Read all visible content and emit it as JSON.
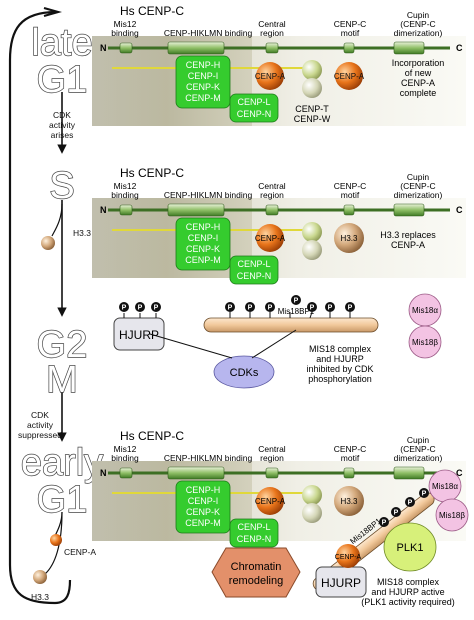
{
  "phases": {
    "late_g1": [
      "late",
      "G1"
    ],
    "s": "S",
    "g2m": [
      "G2",
      "M"
    ],
    "early_g1": [
      "early",
      "G1"
    ]
  },
  "cycle_labels": {
    "cdk_arises": [
      "CDK",
      "activity",
      "arises"
    ],
    "cdk_suppressed": [
      "CDK",
      "activity",
      "suppressed"
    ],
    "h33": "H3.3",
    "cenpa": "CENP-A"
  },
  "cenpc": {
    "title": "Hs CENP-C",
    "n_term": "N",
    "c_term": "C",
    "domain_mis12": [
      "Mis12",
      "binding"
    ],
    "domain_hiklmn": "CENP-HIKLMN binding",
    "domain_central": [
      "Central",
      "region"
    ],
    "domain_motif": [
      "CENP-C",
      "motif"
    ],
    "domain_cupin": [
      "Cupin",
      "(CENP-C",
      "dimerization)"
    ]
  },
  "complexes": {
    "hikm": [
      "CENP-H",
      "CENP-I",
      "CENP-K",
      "CENP-M"
    ],
    "ln": [
      "CENP-L",
      "CENP-N"
    ],
    "tw": [
      "CENP-T",
      "CENP-W"
    ],
    "cenpa": "CENP-A",
    "h33": "H3.3"
  },
  "panel1": {
    "note": [
      "Incorporation",
      "of new",
      "CENP-A",
      "complete"
    ]
  },
  "panel2": {
    "note": [
      "H3.3 replaces",
      "CENP-A"
    ]
  },
  "panel3": {
    "p": "P",
    "mis18bp1": "Mis18BP1",
    "hjurp": "HJURP",
    "cdks": "CDKs",
    "mis18a": "Mis18α",
    "mis18b": "Mis18β",
    "note": [
      "MIS18 complex",
      "and HJURP",
      "inhibited by CDK",
      "phosphorylation"
    ]
  },
  "panel4": {
    "chromatin": [
      "Chromatin",
      "remodeling"
    ],
    "plk1": "PLK1",
    "note": [
      "MIS18 complex",
      "and HJURP active",
      "(PLK1 activity required)"
    ]
  },
  "colors": {
    "green_box": "#33cc33",
    "orange": "#e8741a",
    "tan": "#cfa77a",
    "olive": "#bcc98a",
    "mis18_pink": "#f3c3e3",
    "cdk_lavender": "#b7b6ee",
    "plk1_green": "#d7f07a",
    "hex_salmon": "#e3906a"
  }
}
